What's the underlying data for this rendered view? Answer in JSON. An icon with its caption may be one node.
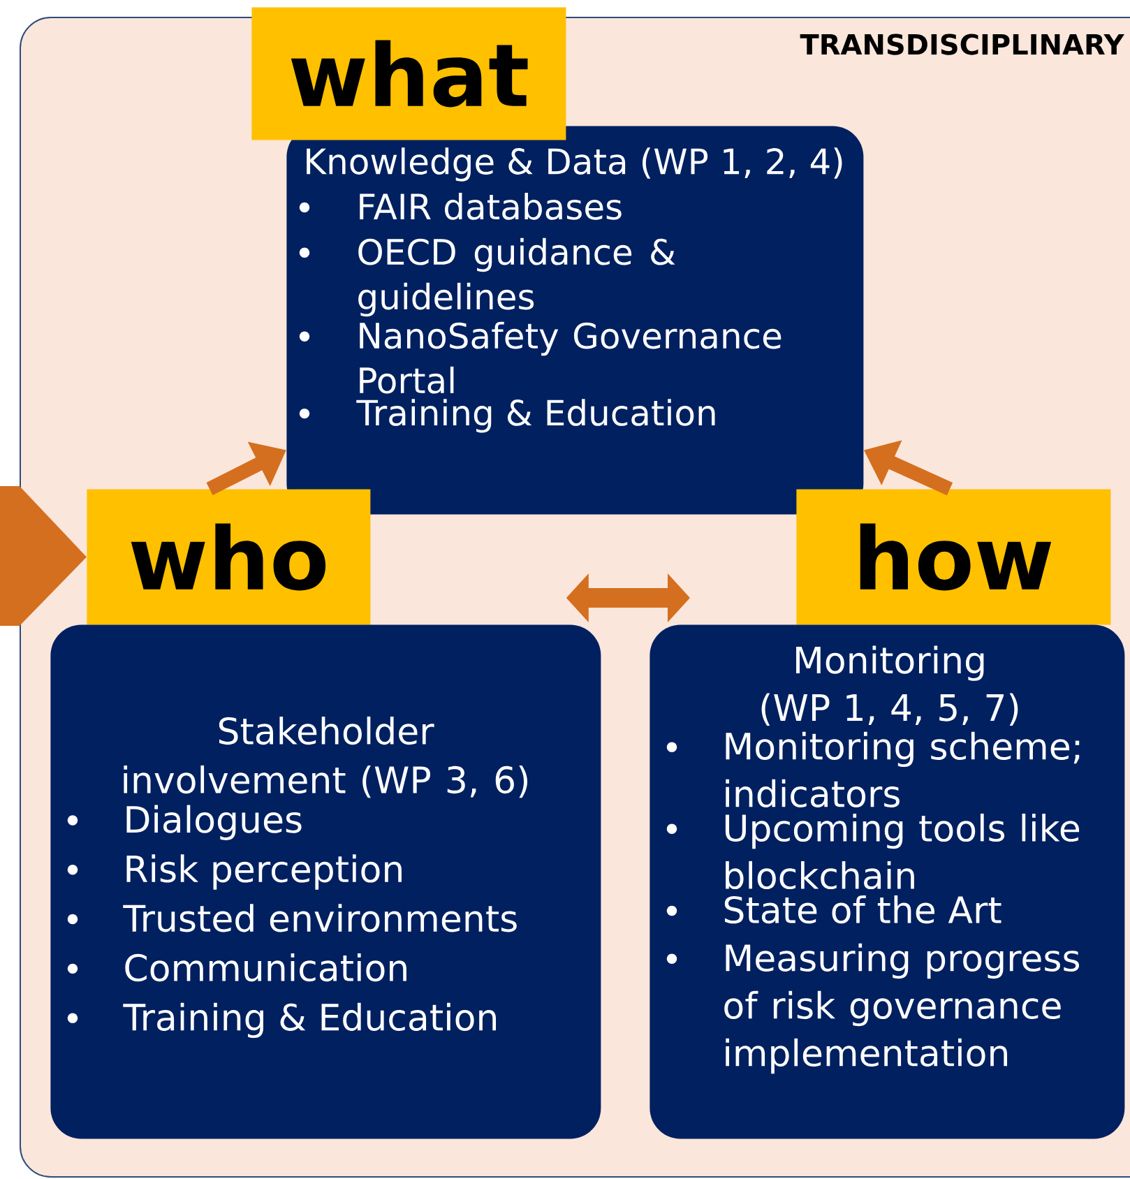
{
  "diagram": {
    "nodes": [
      {
        "text": [
          "TRANSDISCIPLINARY"
        ]
      },
      {
        "text": [
          "what"
        ]
      },
      {
        "text": [
          "Knowledge & Data (WP 1, 2, 4)",
          "FAIR databases",
          "OECD guidance & guidelines",
          "NanoSafety Governance Portal",
          "Training & Education"
        ],
        "in": 0
      },
      {
        "text": [
          "who"
        ],
        "in": 0
      },
      {
        "text": [
          "Stakeholder involvement (WP 3, 6)",
          "Dialogues",
          "Risk perception",
          "Trusted environments",
          "Communication",
          "Training & Education"
        ],
        "in": 0
      },
      {
        "text": [
          "how"
        ],
        "in": 0
      },
      {
        "text": [
          "Monitoring (WP 1, 4, 5, 7)",
          "Monitoring scheme; indicators",
          "Upcoming tools like blockchain",
          "State of the Art",
          "Measuring progress of risk governance implementation"
        ],
        "in": 0
      }
    ],
    "edges": [
      {
        "from": 3,
        "to": 2,
        "arrow": "to"
      },
      {
        "from": 5,
        "to": 2,
        "arrow": "to"
      },
      {
        "from": 4,
        "to": 6,
        "arrow": "both"
      },
      {
        "from": null,
        "to": 3,
        "arrow": "to"
      }
    ]
  }
}
